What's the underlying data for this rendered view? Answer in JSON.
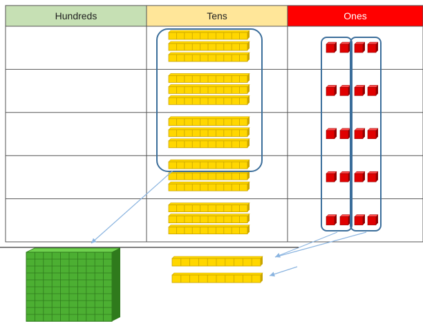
{
  "table": {
    "columns": [
      {
        "label": "Hundreds",
        "bg": "#c6e0b4",
        "text_color": "#1f1f1f"
      },
      {
        "label": "Tens",
        "bg": "#ffe699",
        "text_color": "#1f1f1f"
      },
      {
        "label": "Ones",
        "bg": "#ff0000",
        "text_color": "#ffffff"
      }
    ],
    "row_count": 5,
    "rods_per_row": 3,
    "cubes_per_row": 4
  },
  "bottom": {
    "flats": 1,
    "rods": 2,
    "ones": 0
  },
  "colors": {
    "rod": "#ffd700",
    "rod_dark": "#c9a400",
    "cube": "#e00000",
    "cube_dark": "#900000",
    "flat": "#4caf32",
    "flat_dark": "#2f7a1c",
    "group_outline": "#3a6d9a",
    "arrow": "#8ab4e0",
    "grid_line": "#555555"
  },
  "icons": {
    "rod": "ten-rod-icon",
    "cube": "unit-cube-icon",
    "flat": "hundred-flat-icon"
  }
}
